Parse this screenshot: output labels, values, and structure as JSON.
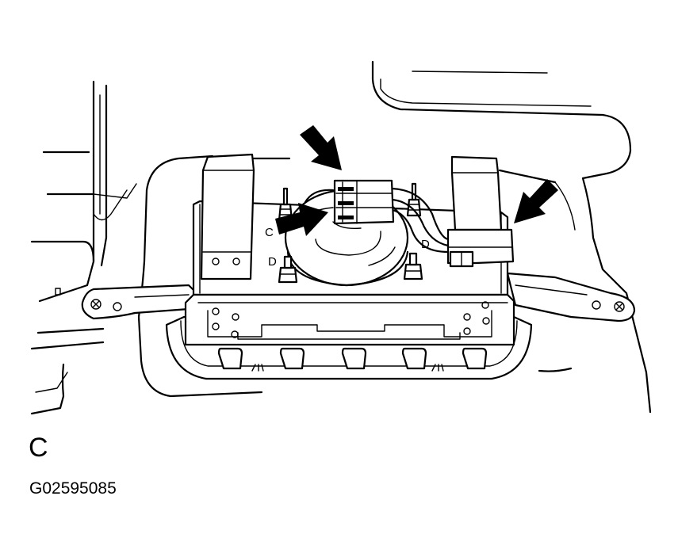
{
  "view_label": "C",
  "figure_id": "G02595085",
  "small_labels": [
    "C",
    "D",
    "D"
  ],
  "colors": {
    "line": "#000000",
    "background": "#ffffff",
    "arrow": "#000000"
  }
}
